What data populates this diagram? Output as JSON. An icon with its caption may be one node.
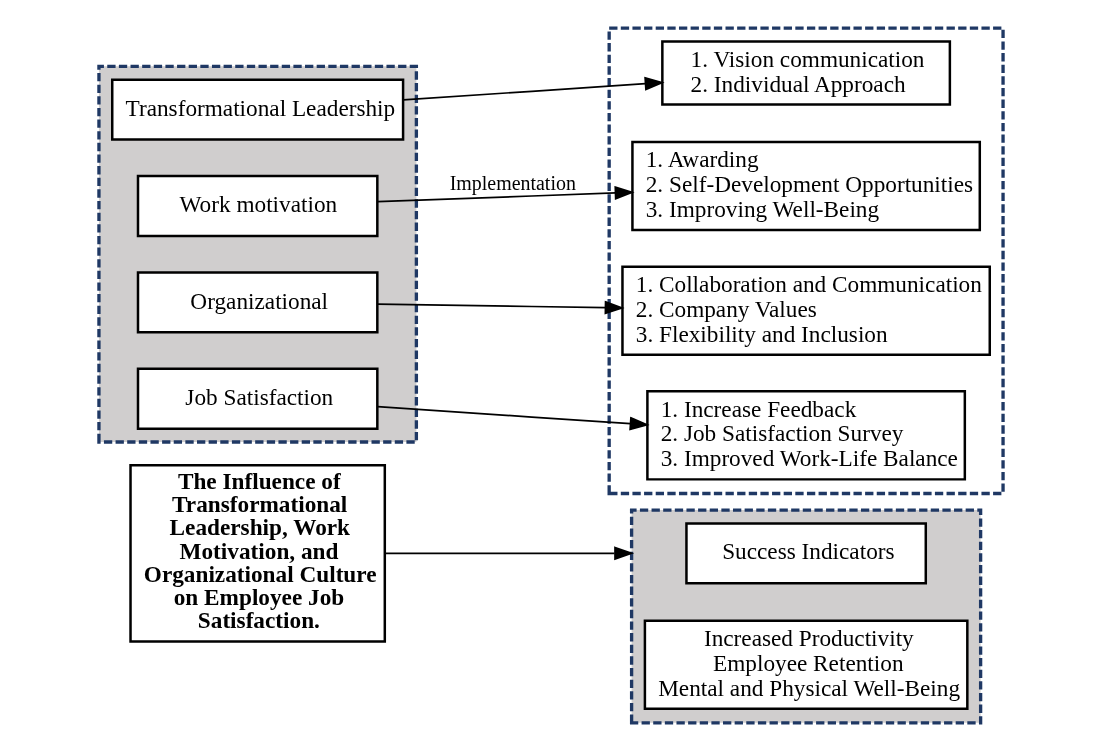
{
  "diagram": {
    "nodes": [
      {
        "text": [
          "The Influence of Transformational Leadership, Work Motivation, and Organizational Culture on Employee Job Satisfaction."
        ]
      },
      {
        "text": [],
        "shape": "box"
      },
      {
        "text": [
          "Transformational Leadership"
        ],
        "in": 1
      },
      {
        "text": [
          "Work motivation"
        ],
        "in": 1
      },
      {
        "text": [
          "Organizational"
        ],
        "in": 1
      },
      {
        "text": [
          "Job Satisfaction"
        ],
        "in": 1
      },
      {
        "text": [],
        "shape": "box"
      },
      {
        "text": [
          "1. Vision communication",
          "2. Individual Approach"
        ],
        "in": 6
      },
      {
        "text": [
          "1. Awarding",
          "2. Self-Development Opportunities",
          "3. Improving Well-Being"
        ],
        "in": 6
      },
      {
        "text": [
          "1. Collaboration and Communication",
          "2. Company Values",
          "3. Flexibility and Inclusion"
        ],
        "in": 6
      },
      {
        "text": [
          "1. Increase Feedback",
          "2. Job Satisfaction Survey",
          "3. Improved Work-Life Balance"
        ],
        "in": 6
      },
      {
        "text": [],
        "shape": "box"
      },
      {
        "text": [
          "Success Indicators"
        ],
        "in": 11
      },
      {
        "text": [
          "Increased Productivity",
          "Employee Retention",
          "Mental and Physical Well-Being"
        ],
        "in": 11
      }
    ],
    "edges": [
      {
        "from": 0,
        "to": 11,
        "arrow": "to"
      },
      {
        "from": 2,
        "to": 7,
        "arrow": "to"
      },
      {
        "from": 3,
        "to": 8,
        "arrow": "to",
        "label": "Implementation"
      },
      {
        "from": 4,
        "to": 9,
        "arrow": "to"
      },
      {
        "from": 5,
        "to": 10,
        "arrow": "to"
      }
    ]
  }
}
